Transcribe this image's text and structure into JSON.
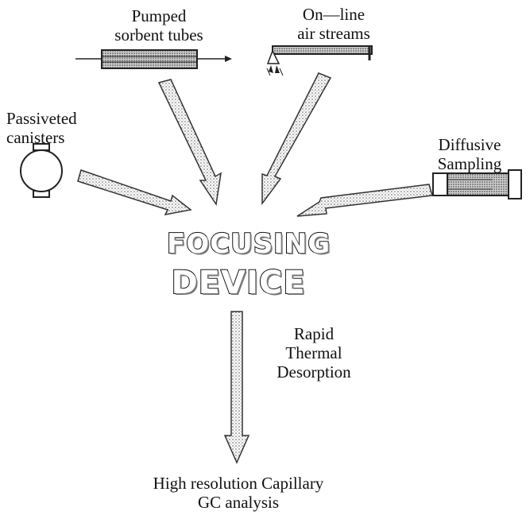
{
  "diagram": {
    "sources": {
      "pumped_tubes": [
        "Pumped",
        "sorbent tubes"
      ],
      "online_air": [
        "On—line",
        "air streams"
      ],
      "canisters": [
        "Passiveted",
        "canisters"
      ],
      "diffusive": [
        "Diffusive",
        "Sampling"
      ]
    },
    "center": [
      "FOCUSING",
      "DEVICE"
    ],
    "process": [
      "Rapid",
      "Thermal",
      "Desorption"
    ],
    "output": [
      "High resolution Capillary",
      "GC analysis"
    ]
  }
}
